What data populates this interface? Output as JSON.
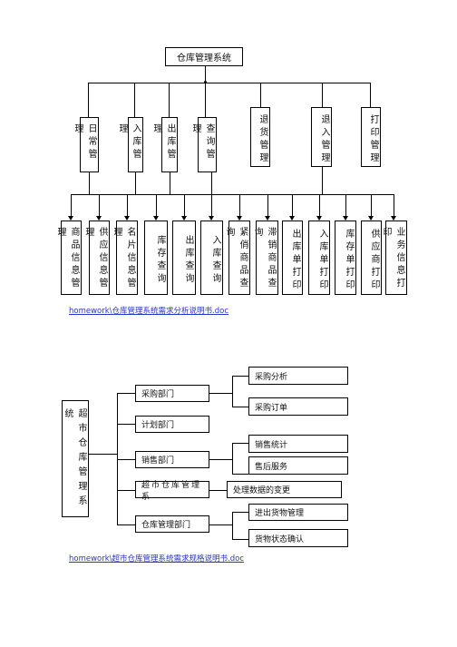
{
  "diagram1": {
    "root": "仓库管理系统",
    "level1": [
      "日常管理",
      "入库管理",
      "出库管理",
      "查询管理",
      "退货管理",
      "退入管理",
      "打印管理"
    ],
    "level2": [
      "商品信息管理",
      "供应信息管理",
      "名片信息管理",
      "库存查询",
      "出库查询",
      "入库查询",
      "紧俏商品查询",
      "滞销商品查询",
      "出库单打印",
      "入库单打印",
      "库存单打印",
      "供应商打印",
      "业务信息打印"
    ],
    "link": "homework\\仓库管理系统需求分析说明书.doc"
  },
  "diagram2": {
    "root": "超市仓库管理系统",
    "departments": [
      "采购部门",
      "计划部门",
      "销售部门",
      "超市仓库管理系",
      "仓库管理部门"
    ],
    "purchase_items": [
      "采购分析",
      "采购订单"
    ],
    "sales_items": [
      "销售统计",
      "售后服务"
    ],
    "system_item": "处理数据的变更",
    "warehouse_items": [
      "进出货物管理",
      "货物状态确认"
    ],
    "link": "homework\\超市仓库管理系统需求规格说明书.doc"
  }
}
